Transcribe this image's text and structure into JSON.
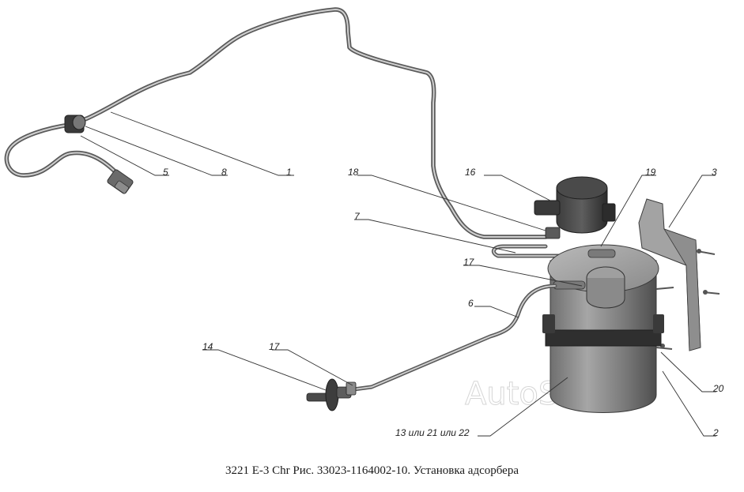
{
  "caption": "3221 Е-3  Chr Рис. 33023-1164002-10. Установка адсорбера",
  "watermark": "AutoSoft",
  "callouts": {
    "c1": "1",
    "c2": "2",
    "c3": "3",
    "c5": "5",
    "c6": "6",
    "c7": "7",
    "c8": "8",
    "c14": "14",
    "c16": "16",
    "c17a": "17",
    "c17b": "17",
    "c18": "18",
    "c19": "19",
    "c20": "20",
    "c13": "13 или 21 или 22"
  }
}
